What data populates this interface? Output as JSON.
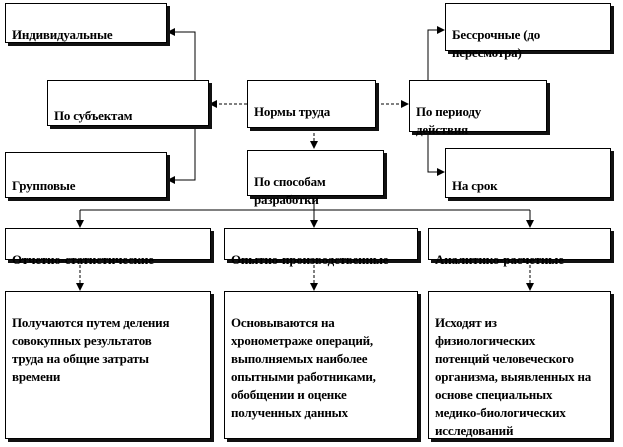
{
  "diagram": {
    "root": {
      "text": "Нормы труда"
    },
    "by_subject": {
      "text": "По субъектам",
      "children": [
        "Индивидуальные",
        "Групповые"
      ]
    },
    "by_period": {
      "text": "По периоду\nдействия",
      "children": [
        "Бессрочные (до\nпересмотра)",
        "На срок"
      ]
    },
    "by_method": {
      "text": "По способам\nразработки",
      "children": [
        {
          "text": "Отчетно-статистические",
          "description": "Получаются путем деления\nсовокупных результатов\nтруда на общие затраты\nвремени"
        },
        {
          "text": "Опытно-производственные",
          "description": "Основываются на\nхронометраже операций,\nвыполняемых наиболее\nопытными работниками,\nобобщении и оценке\nполученных данных"
        },
        {
          "text": "Аналитико-расчетные",
          "description": "Исходят из\nфизиологических\nпотенций человеческого\nорганизма, выявленных на\nоснове специальных\nмедико-биологических\nисследований"
        }
      ]
    }
  }
}
